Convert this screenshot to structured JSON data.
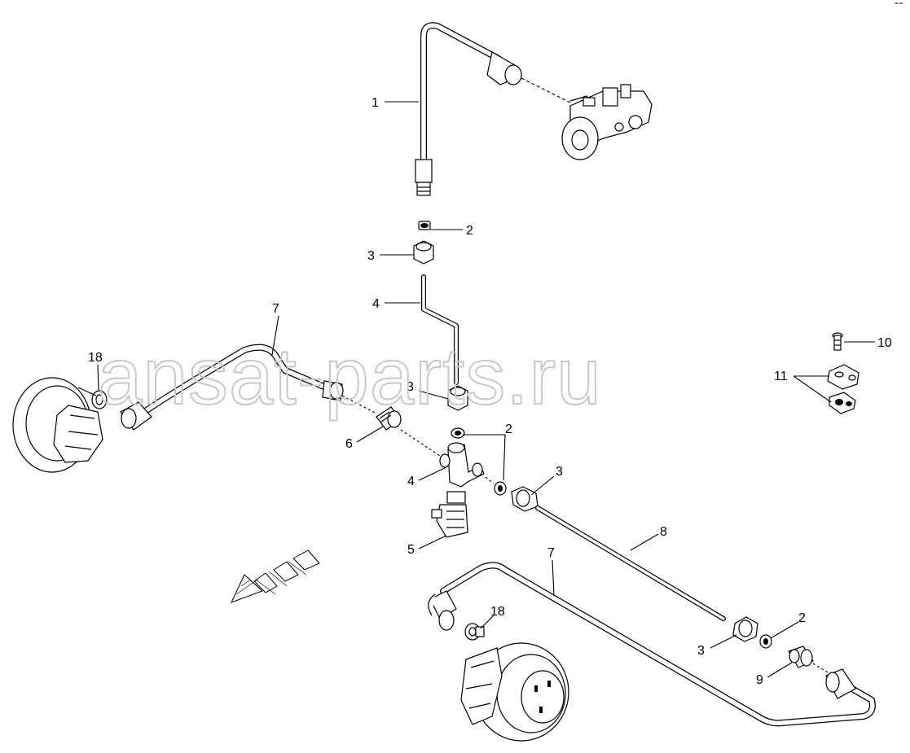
{
  "watermark": "ansat-parts.ru",
  "callouts": [
    {
      "id": "c1",
      "label": "1"
    },
    {
      "id": "c2a",
      "label": "2"
    },
    {
      "id": "c3a",
      "label": "3"
    },
    {
      "id": "c4a",
      "label": "4"
    },
    {
      "id": "c7a",
      "label": "7"
    },
    {
      "id": "c18a",
      "label": "18"
    },
    {
      "id": "c3b",
      "label": "3"
    },
    {
      "id": "c6",
      "label": "6"
    },
    {
      "id": "c2b",
      "label": "2"
    },
    {
      "id": "c4b",
      "label": "4"
    },
    {
      "id": "c3c",
      "label": "3"
    },
    {
      "id": "c5",
      "label": "5"
    },
    {
      "id": "c8",
      "label": "8"
    },
    {
      "id": "c7b",
      "label": "7"
    },
    {
      "id": "c18b",
      "label": "18"
    },
    {
      "id": "c2c",
      "label": "2"
    },
    {
      "id": "c3d",
      "label": "3"
    },
    {
      "id": "c9",
      "label": "9"
    },
    {
      "id": "c10",
      "label": "10"
    },
    {
      "id": "c11",
      "label": "11"
    }
  ],
  "corner_mark": "ˉˉ"
}
